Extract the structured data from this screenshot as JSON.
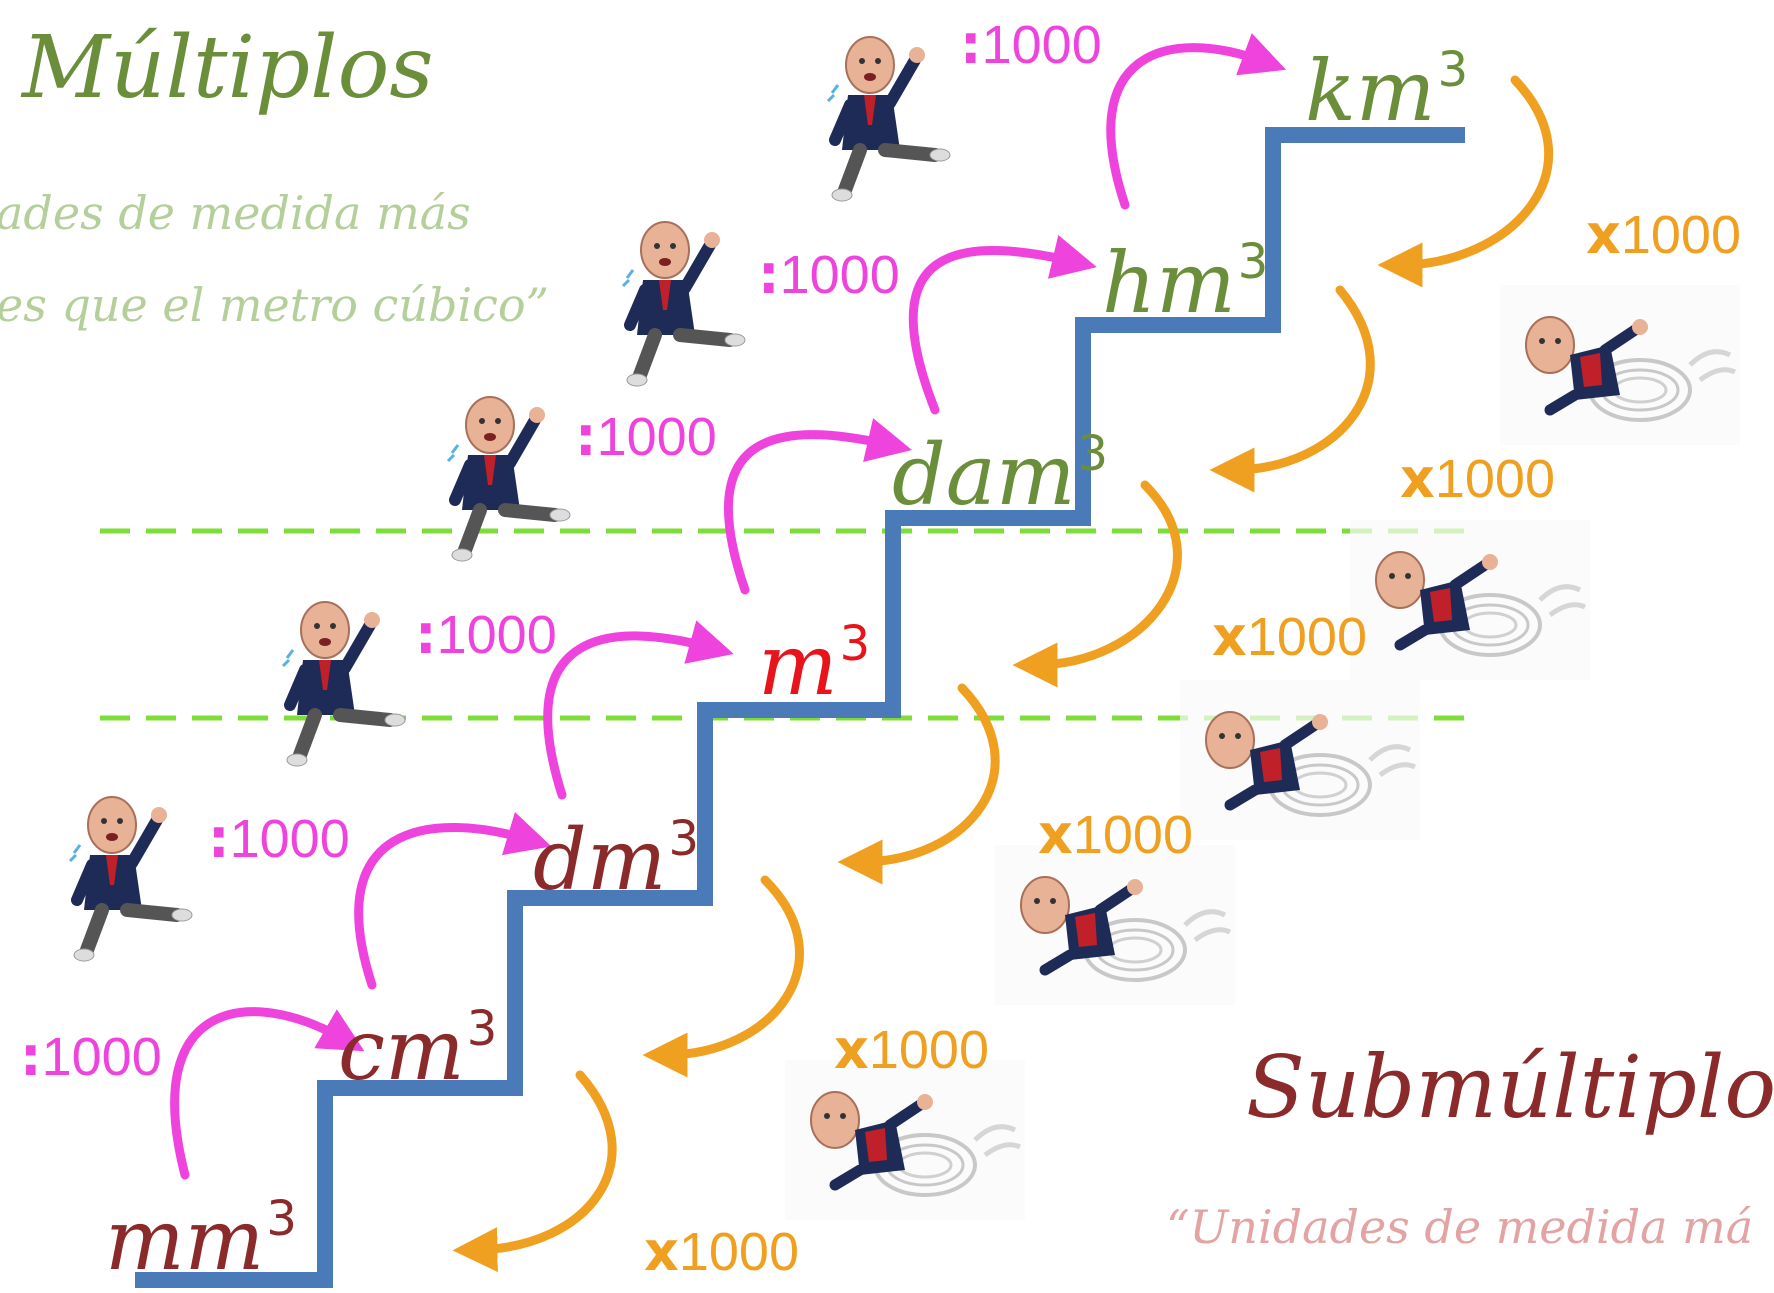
{
  "multiples": {
    "title": "Múltiplos",
    "description_line1": "ades de medida más",
    "description_line2": "es que el metro cúbico”"
  },
  "submultiples": {
    "title": "Submúltiplos",
    "description": "“Unidades de medida má"
  },
  "units": [
    {
      "name": "mm",
      "exp": "3"
    },
    {
      "name": "cm",
      "exp": "3"
    },
    {
      "name": "dm",
      "exp": "3"
    },
    {
      "name": "m",
      "exp": "3"
    },
    {
      "name": "dam",
      "exp": "3"
    },
    {
      "name": "hm",
      "exp": "3"
    },
    {
      "name": "km",
      "exp": "3"
    }
  ],
  "up_factors": [
    {
      "op": ":",
      "value": "1000"
    },
    {
      "op": ":",
      "value": "1000"
    },
    {
      "op": ":",
      "value": "1000"
    },
    {
      "op": ":",
      "value": "1000"
    },
    {
      "op": ":",
      "value": "1000"
    },
    {
      "op": ":",
      "value": "1000"
    }
  ],
  "down_factors": [
    {
      "op": "x",
      "value": "1000"
    },
    {
      "op": "x",
      "value": "1000"
    },
    {
      "op": "x",
      "value": "1000"
    },
    {
      "op": "x",
      "value": "1000"
    },
    {
      "op": "x",
      "value": "1000"
    },
    {
      "op": "x",
      "value": "1000"
    }
  ],
  "icons": {
    "climbing_character": "climbing-man-icon",
    "sliding_character": "sliding-man-icon"
  },
  "colors": {
    "stairs": "#4a7ab8",
    "up_arrow": "#ee44dd",
    "down_arrow": "#f0a020",
    "guide_line": "#7dde3a",
    "multiples_title": "#6b8e3a",
    "multiples_text": "#b5cf9b",
    "submultiples_title": "#8b2a2a",
    "submultiples_text": "#e3a3a3",
    "unit_submultiple": "#8b2a2a",
    "unit_base": "#e8141c",
    "unit_multiple": "#6b8e3a"
  }
}
